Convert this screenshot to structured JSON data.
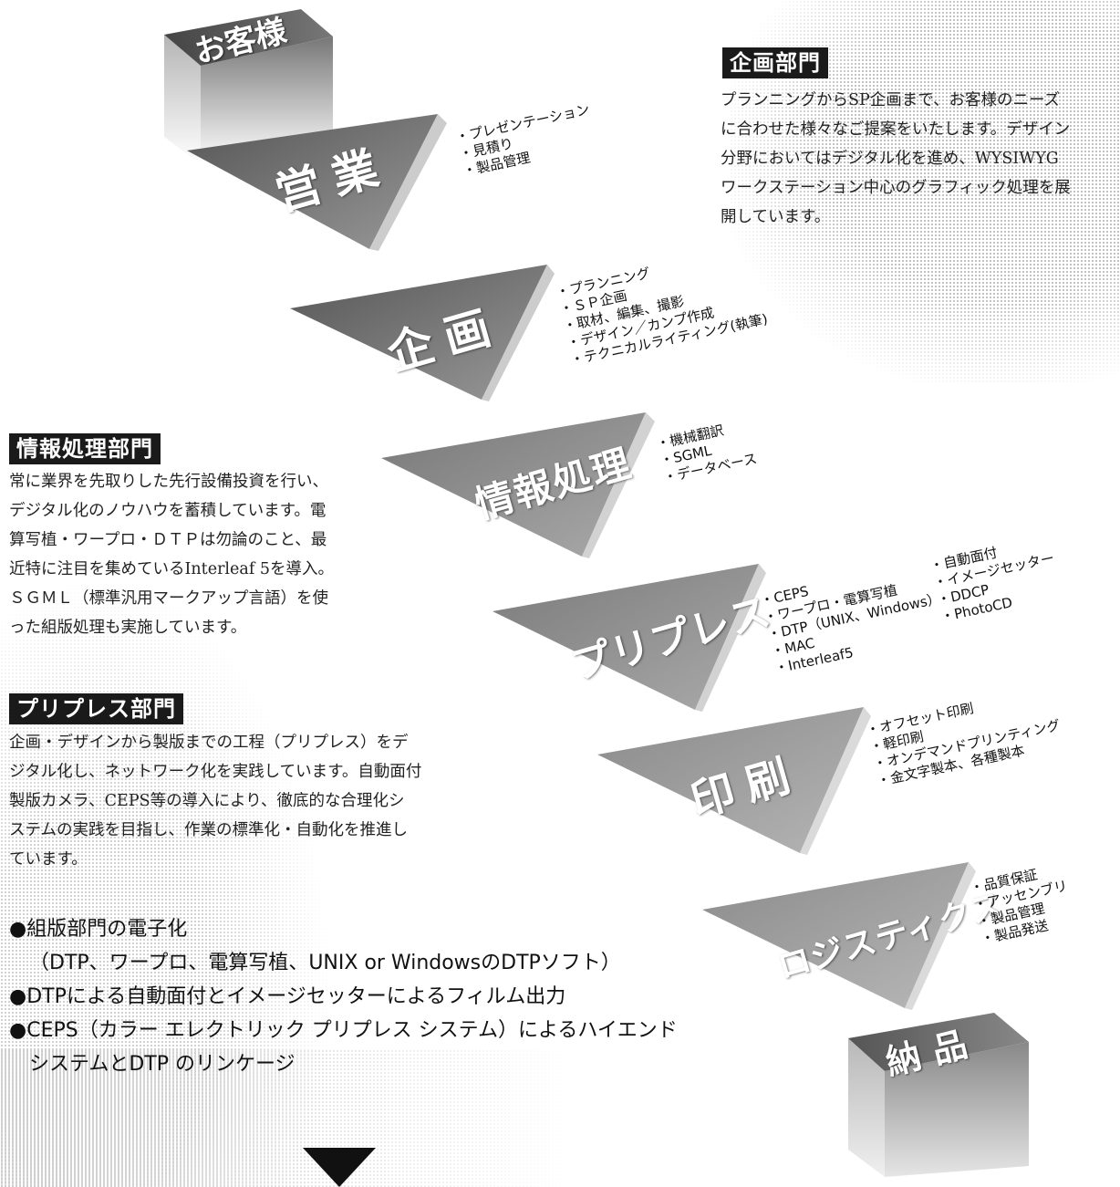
{
  "departments": {
    "kikaku": {
      "title": "企画部門",
      "lines": [
        "プランニングからSP企画まで、お客様のニーズ",
        "に合わせた様々なご提案をいたします。デザイン",
        "分野においてはデジタル化を進め、WYSIWYG",
        "ワークステーション中心のグラフィック処理を展",
        "開しています。"
      ]
    },
    "joho": {
      "title": "情報処理部門",
      "lines": [
        "常に業界を先取りした先行設備投資を行い、",
        "デジタル化のノウハウを蓄積しています。電",
        "算写植・ワープロ・ＤＴＰは勿論のこと、最",
        "近特に注目を集めているInterleaf 5を導入。",
        "ＳＧＭＬ（標準汎用マークアップ言語）を使",
        "った組版処理も実施しています。"
      ]
    },
    "prepress": {
      "title": "プリプレス部門",
      "lines": [
        "企画・デザインから製版までの工程（プリプレス）をデ",
        "ジタル化し、ネットワーク化を実践しています。自動面付",
        "製版カメラ、CEPS等の導入により、徹底的な合理化シ",
        "ステムの実践を目指し、作業の標準化・自動化を推進し",
        "ています。"
      ]
    }
  },
  "flow": {
    "start": "お客様",
    "end": "納品",
    "stages": [
      {
        "label": "営業",
        "items": [
          "プレゼンテーション",
          "見積り",
          "製品管理"
        ]
      },
      {
        "label": "企画",
        "items": [
          "プランニング",
          "ＳＰ企画",
          "取材、編集、撮影",
          "デザイン／カンプ作成",
          "テクニカルライティング(執筆)"
        ]
      },
      {
        "label": "情報処理",
        "items": [
          "機械翻訳",
          "SGML",
          "データベース"
        ]
      },
      {
        "label": "プリプレス",
        "items": [
          "CEPS",
          "ワープロ・電算写植",
          "DTP（UNIX、Windows）",
          "MAC",
          "Interleaf5"
        ],
        "items2": [
          "自動面付",
          "イメージセッター",
          "DDCP",
          "PhotoCD"
        ]
      },
      {
        "label": "印刷",
        "items": [
          "オフセット印刷",
          "軽印刷",
          "オンデマンドプリンティング",
          "金文字製本、各種製本"
        ]
      },
      {
        "label": "ロジスティクス",
        "items": [
          "品質保証",
          "アッセンブリ",
          "製品管理",
          "製品発送"
        ]
      }
    ]
  },
  "bullets": [
    "組版部門の電子化",
    "（DTP、ワープロ、電算写植、UNIX or WindowsのDTPソフト）",
    "DTPによる自動面付とイメージセッターによるフィルム出力",
    "CEPS（カラー エレクトリック プリプレス システム）によるハイエンド",
    "システムとDTP のリンケージ"
  ],
  "colors": {
    "dark_stage": "#4a4a4a",
    "light_stage": "#9e9e9e",
    "heading_bg": "#1a1a1a"
  }
}
